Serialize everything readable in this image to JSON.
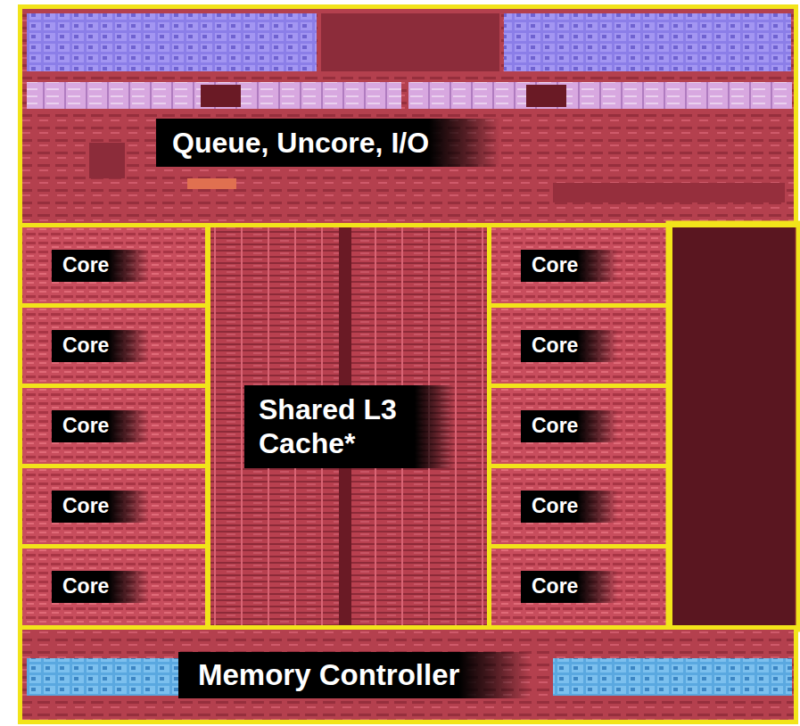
{
  "diagram": {
    "nodes": [
      {
        "text": [
          "Queue, Uncore, I/O"
        ]
      },
      {
        "text": [
          "Core"
        ]
      },
      {
        "text": [
          "Core"
        ]
      },
      {
        "text": [
          "Core"
        ]
      },
      {
        "text": [
          "Core"
        ]
      },
      {
        "text": [
          "Core"
        ]
      },
      {
        "text": [
          "Shared L3 Cache*"
        ]
      },
      {
        "text": [
          "Core"
        ]
      },
      {
        "text": [
          "Core"
        ]
      },
      {
        "text": [
          "Core"
        ]
      },
      {
        "text": [
          "Core"
        ]
      },
      {
        "text": [
          "Core"
        ]
      },
      {
        "text": [
          "Memory Controller"
        ]
      }
    ]
  }
}
